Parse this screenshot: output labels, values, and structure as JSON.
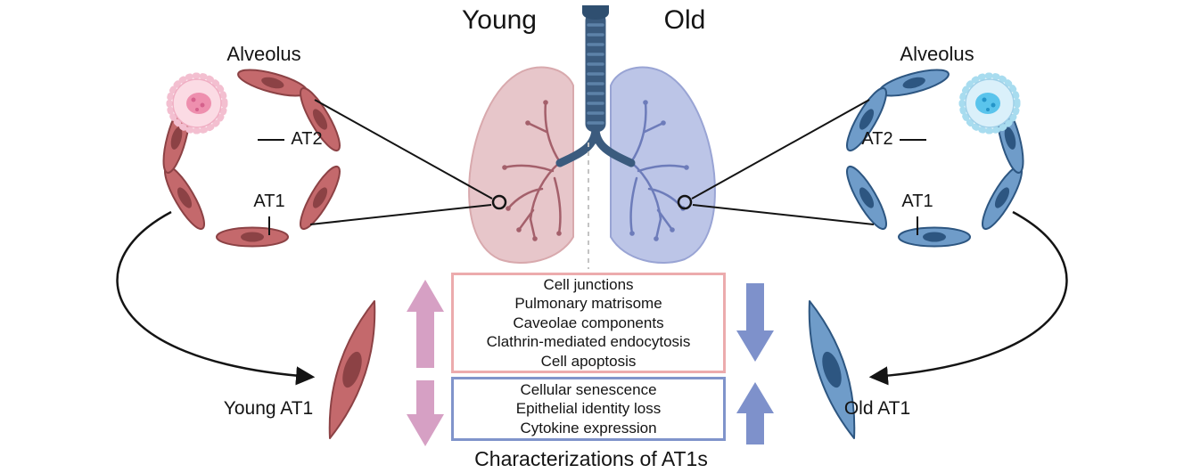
{
  "header": {
    "young_label": "Young",
    "old_label": "Old"
  },
  "left_panel": {
    "alveolus_label": "Alveolus",
    "at2_label": "AT2",
    "at1_label": "AT1",
    "cell_caption": "Young AT1"
  },
  "right_panel": {
    "alveolus_label": "Alveolus",
    "at2_label": "AT2",
    "at1_label": "AT1",
    "cell_caption": "Old AT1"
  },
  "center": {
    "caption": "Characterizations of AT1s",
    "box_pink": {
      "items": [
        "Cell junctions",
        "Pulmonary matrisome",
        "Caveolae components",
        "Clathrin-mediated endocytosis",
        "Cell apoptosis"
      ],
      "young_trend": "up",
      "old_trend": "down"
    },
    "box_blue": {
      "items": [
        "Cellular senescence",
        "Epithelial identity loss",
        "Cytokine expression"
      ],
      "young_trend": "down",
      "old_trend": "up"
    }
  },
  "colors": {
    "young_cell": "#c4696c",
    "young_cell_outline": "#8c4245",
    "old_cell": "#6f9cc9",
    "old_cell_outline": "#2d5681",
    "young_lung": "#e7c6ca",
    "old_lung": "#bcc5e7",
    "trachea": "#3b5b7e",
    "pink_arrow": "#d6a0c4",
    "blue_arrow": "#7e91cb",
    "pink_box_border": "#ecabad",
    "blue_box_border": "#8094cb"
  }
}
